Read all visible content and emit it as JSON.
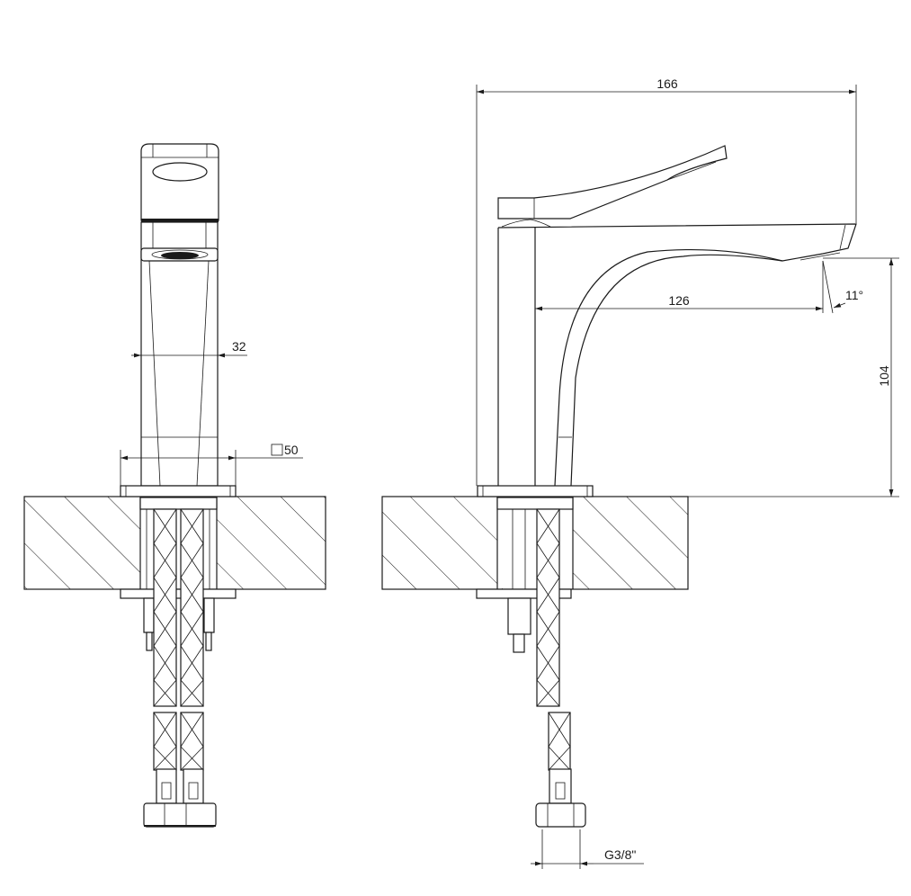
{
  "front_view": {
    "dim_body_width": "32",
    "dim_base_square": "50"
  },
  "side_view": {
    "dim_overall_length": "166",
    "dim_spout_reach": "126",
    "dim_spout_angle": "11°",
    "dim_spout_height": "104",
    "dim_connection": "G3/8\""
  },
  "colors": {
    "line": "#1a1a1a",
    "background": "#ffffff"
  }
}
